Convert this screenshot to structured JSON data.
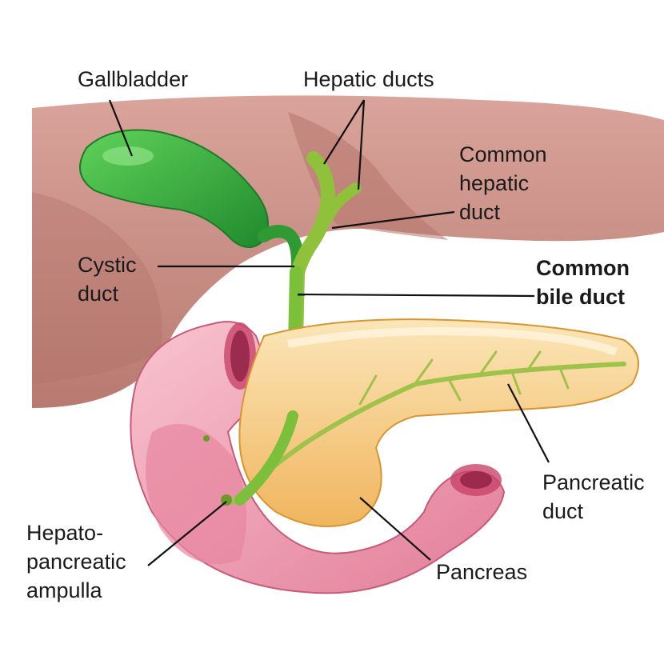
{
  "labels": {
    "gallbladder": "Gallbladder",
    "hepatic_ducts": "Hepatic ducts",
    "common_hepatic_duct": [
      "Common",
      "hepatic",
      "duct"
    ],
    "cystic_duct": [
      "Cystic",
      "duct"
    ],
    "common_bile_duct": [
      "Common",
      "bile duct"
    ],
    "pancreatic_duct": [
      "Pancreatic",
      "duct"
    ],
    "pancreas": "Pancreas",
    "hepatopancreatic_ampulla": [
      "Hepato-",
      "pancreatic",
      "ampulla"
    ]
  },
  "colors": {
    "liver": "#c98e85",
    "liver_shadow": "#a8655d",
    "gallbladder": "#3aa63a",
    "bile_duct": "#9ccc3a",
    "pancreas": "#f3c77a",
    "pancreas_light": "#faeccd",
    "duodenum": "#f2a6b8",
    "duodenum_dark": "#d9607e",
    "leader_line": "#111111"
  }
}
